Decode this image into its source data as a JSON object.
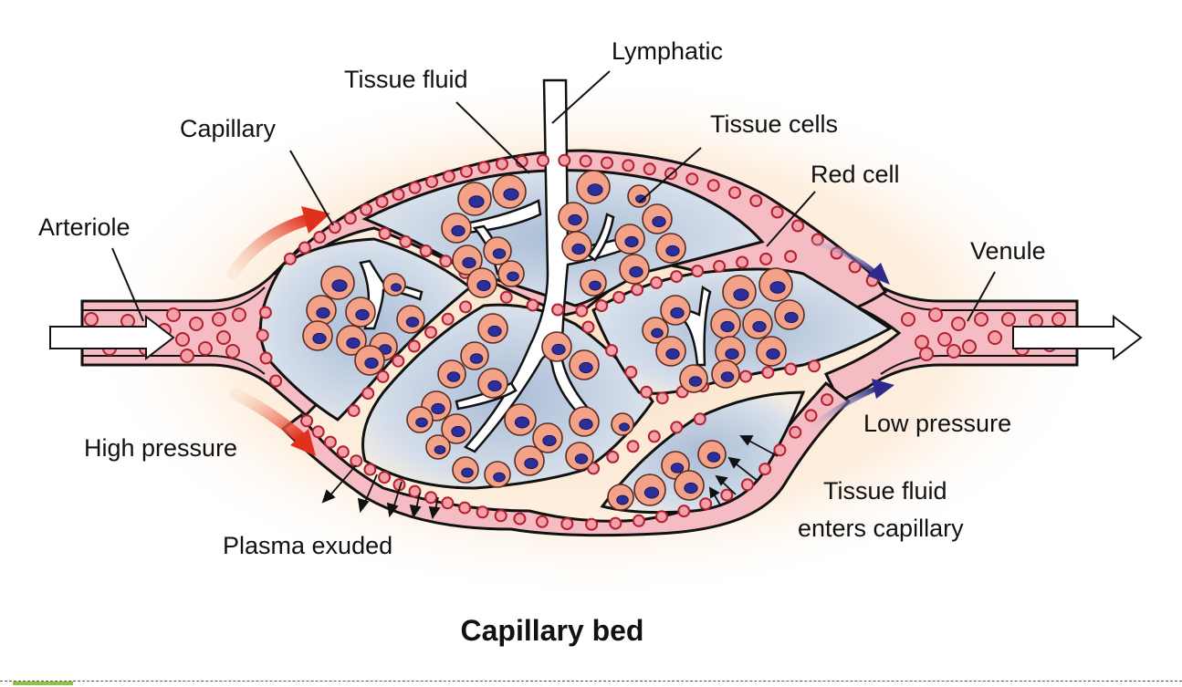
{
  "title": "Capillary bed",
  "labels": {
    "lymphatic": "Lymphatic",
    "tissue_fluid": "Tissue fluid",
    "capillary": "Capillary",
    "tissue_cells": "Tissue cells",
    "red_cell": "Red cell",
    "arteriole": "Arteriole",
    "venule": "Venule",
    "high_pressure": "High pressure",
    "low_pressure": "Low pressure",
    "plasma_exuded": "Plasma exuded",
    "tissue_fluid_enters_line1": "Tissue fluid",
    "tissue_fluid_enters_line2": "enters capillary"
  },
  "colors": {
    "background_glow": "#fdeedb",
    "vessel_wall": "#f6bcc3",
    "red_cell": "#f4a0a8",
    "tissue_cell": "#f4a287",
    "nucleus": "#2c2f9a",
    "tissue_fluid": "#b9c8dc",
    "high_pressure_arrow": "#e0301e",
    "low_pressure_arrow": "#2e2a8c",
    "footer_accent": "#8cc63f"
  },
  "flow": {
    "inflow": "arteriole-to-capillaries",
    "outflow": "capillaries-to-venule"
  }
}
